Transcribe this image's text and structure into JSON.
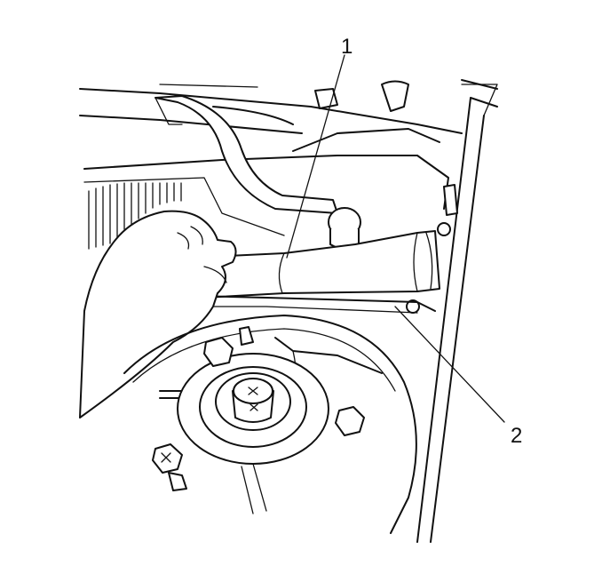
{
  "callouts": [
    {
      "id": "1",
      "label": "1"
    },
    {
      "id": "2",
      "label": "2"
    }
  ],
  "colors": {
    "ink": "#111111",
    "paper": "#ffffff"
  }
}
